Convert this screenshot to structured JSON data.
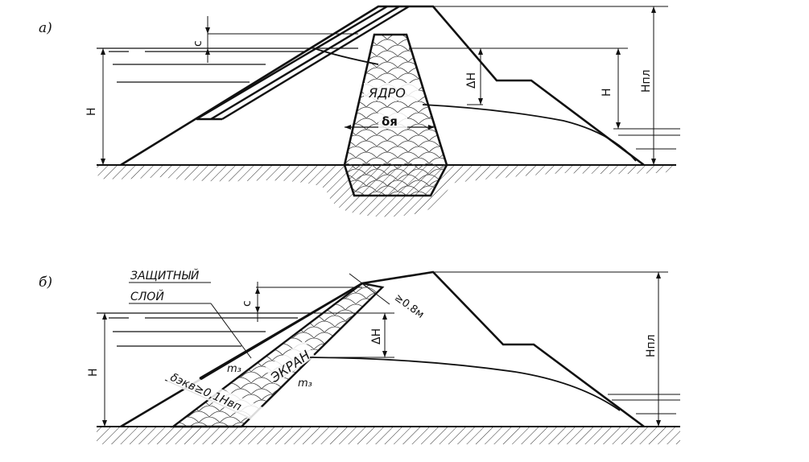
{
  "diagram_a": {
    "label": "а)",
    "core_label": "ЯДРО",
    "core_thickness": "δя",
    "dims": {
      "c": "c",
      "H": "H",
      "dH": "ΔH",
      "H_right": "H",
      "H_pl": "Hпл"
    }
  },
  "diagram_b": {
    "label": "б)",
    "protective_layer": [
      "ЗАЩИТНЫЙ",
      "СЛОЙ"
    ],
    "screen_label": "ЭКРАН",
    "screen_thickness": "δэкв≥0,1Нвп",
    "min_thickness": "≥0.8м",
    "slope_m3_upper": "m₃",
    "slope_m3_lower": "m₃",
    "dims": {
      "c": "c",
      "H": "H",
      "dH": "ΔH",
      "H_pl": "Hпл"
    }
  },
  "colors": {
    "ink": "#111111",
    "hatch": "#333333",
    "background": "#ffffff"
  }
}
